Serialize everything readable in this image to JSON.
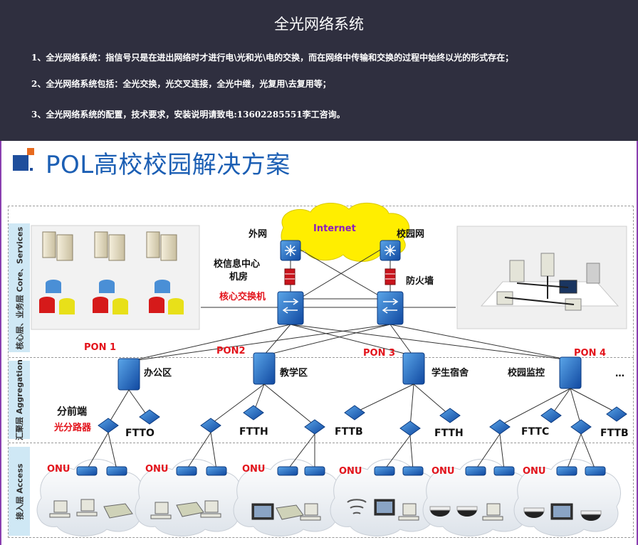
{
  "header": {
    "title": "全光网络系统",
    "lines": [
      "1、全光网络系统：指信号只是在进出网络时才进行电\\光和光\\电的交换，而在网络中传输和交换的过程中始终以光的形式存在；",
      "2、全光网络系统包括：全光交换，光交叉连接，全光中继，光复用\\去复用等；",
      "3、全光网络系统的配置，技术要求，安装说明请致电:13602285551李工咨询。"
    ]
  },
  "page_title": "POL高校校园解决方案",
  "layers": {
    "core": "核心层、业务层 Core、Services",
    "aggregation": "汇聚层 Aggregation",
    "access": "接入层 Access"
  },
  "core": {
    "internet": "Internet",
    "external_net": "外网",
    "campus_net": "校园网",
    "info_center": "校信息中心",
    "machine_room": "机房",
    "firewall": "防火墙",
    "core_switch": "核心交换机"
  },
  "pon": [
    "PON 1",
    "PON2",
    "PON 3",
    "PON 4"
  ],
  "olt": [
    "办公区",
    "教学区",
    "学生宿舍",
    "校园监控"
  ],
  "ellipsis": "…",
  "splitter": {
    "line1": "分前端",
    "line2": "光分路器"
  },
  "ftt": [
    "FTTO",
    "FTTH",
    "FTTB",
    "FTTH",
    "FTTC",
    "FTTB"
  ],
  "onu_label": "ONU",
  "colors": {
    "header_bg": "#2f2f3f",
    "title_blue": "#1c5fb4",
    "red": "#e3131b",
    "band": "#cfe8f5",
    "device_blue": "#1f5fb0",
    "cloud_yellow": "#ffee00"
  }
}
